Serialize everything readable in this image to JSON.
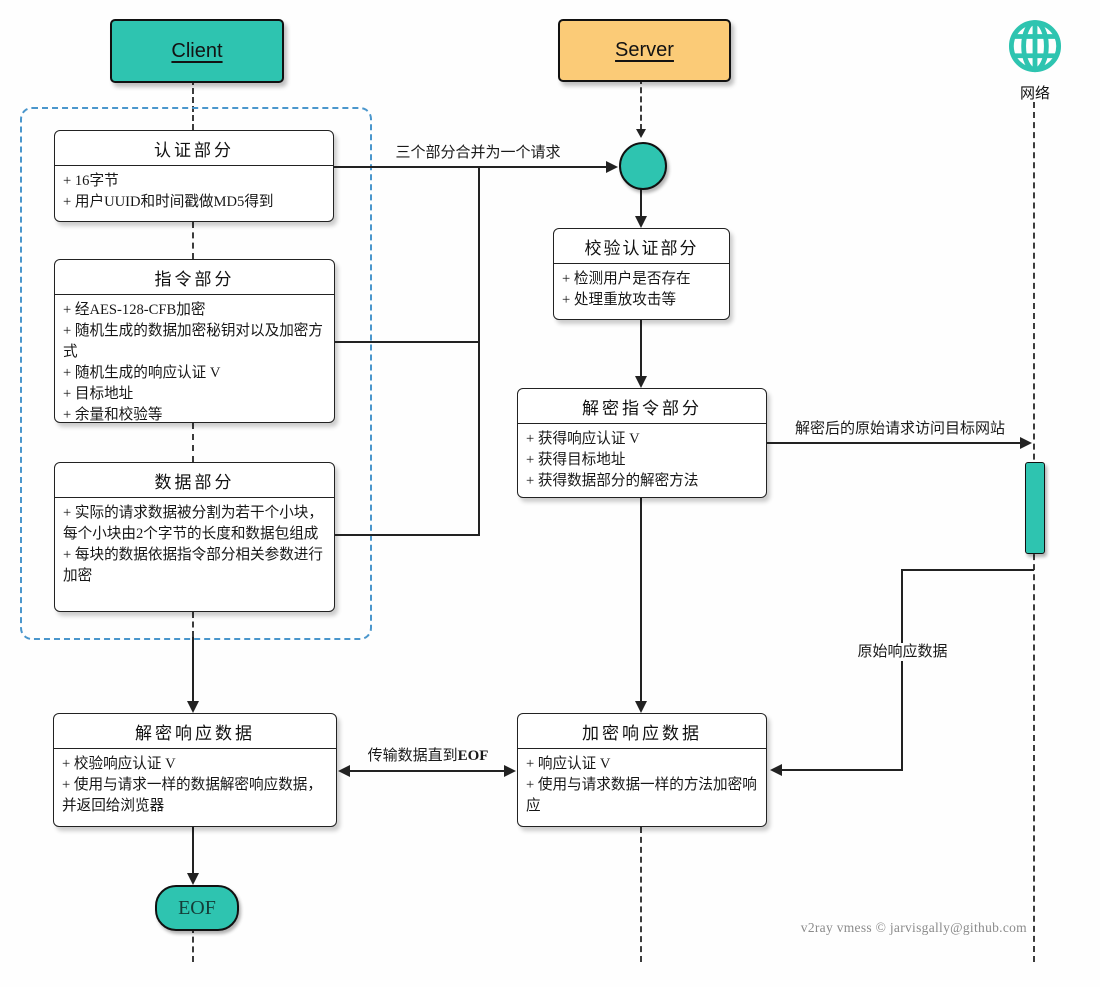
{
  "actors": {
    "client": {
      "label": "Client"
    },
    "server": {
      "label": "Server"
    },
    "network": {
      "label": "网络",
      "icon": "globe-icon"
    }
  },
  "boxes": {
    "auth": {
      "title": "认证部分",
      "lines": [
        "+ 16字节",
        "+ 用户UUID和时间戳做MD5得到"
      ]
    },
    "command": {
      "title": "指令部分",
      "lines": [
        "+ 经AES-128-CFB加密",
        "+ 随机生成的数据加密秘钥对以及加密方式",
        "+ 随机生成的响应认证 V",
        "+ 目标地址",
        "+ 余量和校验等"
      ]
    },
    "data": {
      "title": "数据部分",
      "lines": [
        "+ 实际的请求数据被分割为若干个小块，每个小块由2个字节的长度和数据包组成",
        "+ 每块的数据依据指令部分相关参数进行加密"
      ]
    },
    "verify_auth": {
      "title": "校验认证部分",
      "lines": [
        "+ 检测用户是否存在",
        "+ 处理重放攻击等"
      ]
    },
    "decrypt_command": {
      "title": "解密指令部分",
      "lines": [
        "+ 获得响应认证 V",
        "+ 获得目标地址",
        "+ 获得数据部分的解密方法"
      ]
    },
    "encrypt_response": {
      "title": "加密响应数据",
      "lines": [
        "+ 响应认证 V",
        "+ 使用与请求数据一样的方法加密响应"
      ]
    },
    "decrypt_response": {
      "title": "解密响应数据",
      "lines": [
        "+ 校验响应认证 V",
        "+ 使用与请求一样的数据解密响应数据，并返回给浏览器"
      ]
    }
  },
  "edge_labels": {
    "merge_request": "三个部分合并为一个请求",
    "request_to_site": "解密后的原始请求访问目标网站",
    "raw_response": "原始响应数据",
    "transfer_until": "传输数据直到",
    "transfer_until_eof": "EOF"
  },
  "terminal": {
    "eof_label": "EOF"
  },
  "footer": {
    "credit": "v2ray vmess © jarvisgally@github.com"
  },
  "colors": {
    "teal": "#2ec4b0",
    "orange": "#fbcb77",
    "container_border": "#4a96cc"
  }
}
